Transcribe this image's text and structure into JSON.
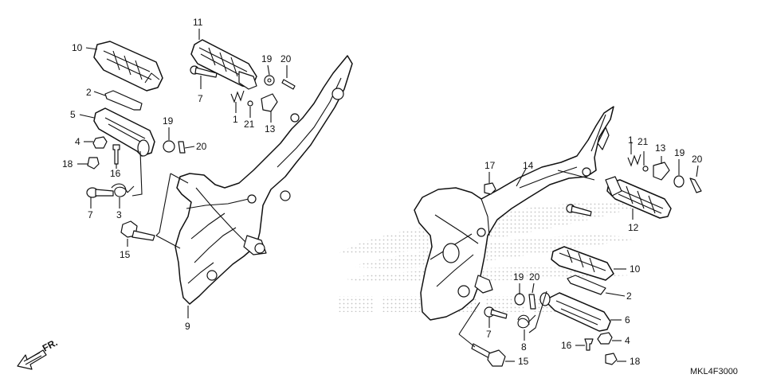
{
  "diagram": {
    "code": "MKL4F3000",
    "front_label": "FR.",
    "colors": {
      "line": "#111111",
      "background": "#ffffff",
      "watermark_dots": "#c8c8c8"
    },
    "watermark": "HONDA",
    "left_assembly_labels": {
      "l10": "10",
      "l2": "2",
      "l5": "5",
      "l4": "4",
      "l18": "18",
      "l16": "16",
      "l7": "7",
      "l3": "3",
      "l15": "15",
      "l9": "9",
      "l11": "11",
      "l7b": "7",
      "l19": "19",
      "l20": "20",
      "l1": "1",
      "l21": "21",
      "l13": "13",
      "l19b": "19",
      "l20b": "20"
    },
    "right_assembly_labels": {
      "r17": "17",
      "r14": "14",
      "r1": "1",
      "r21": "21",
      "r13": "13",
      "r19": "19",
      "r20": "20",
      "r12": "12",
      "r10": "10",
      "r2": "2",
      "r6": "6",
      "r4": "4",
      "r18": "18",
      "r16": "16",
      "r19b": "19",
      "r20b": "20",
      "r7": "7",
      "r8": "8",
      "r15": "15"
    }
  }
}
